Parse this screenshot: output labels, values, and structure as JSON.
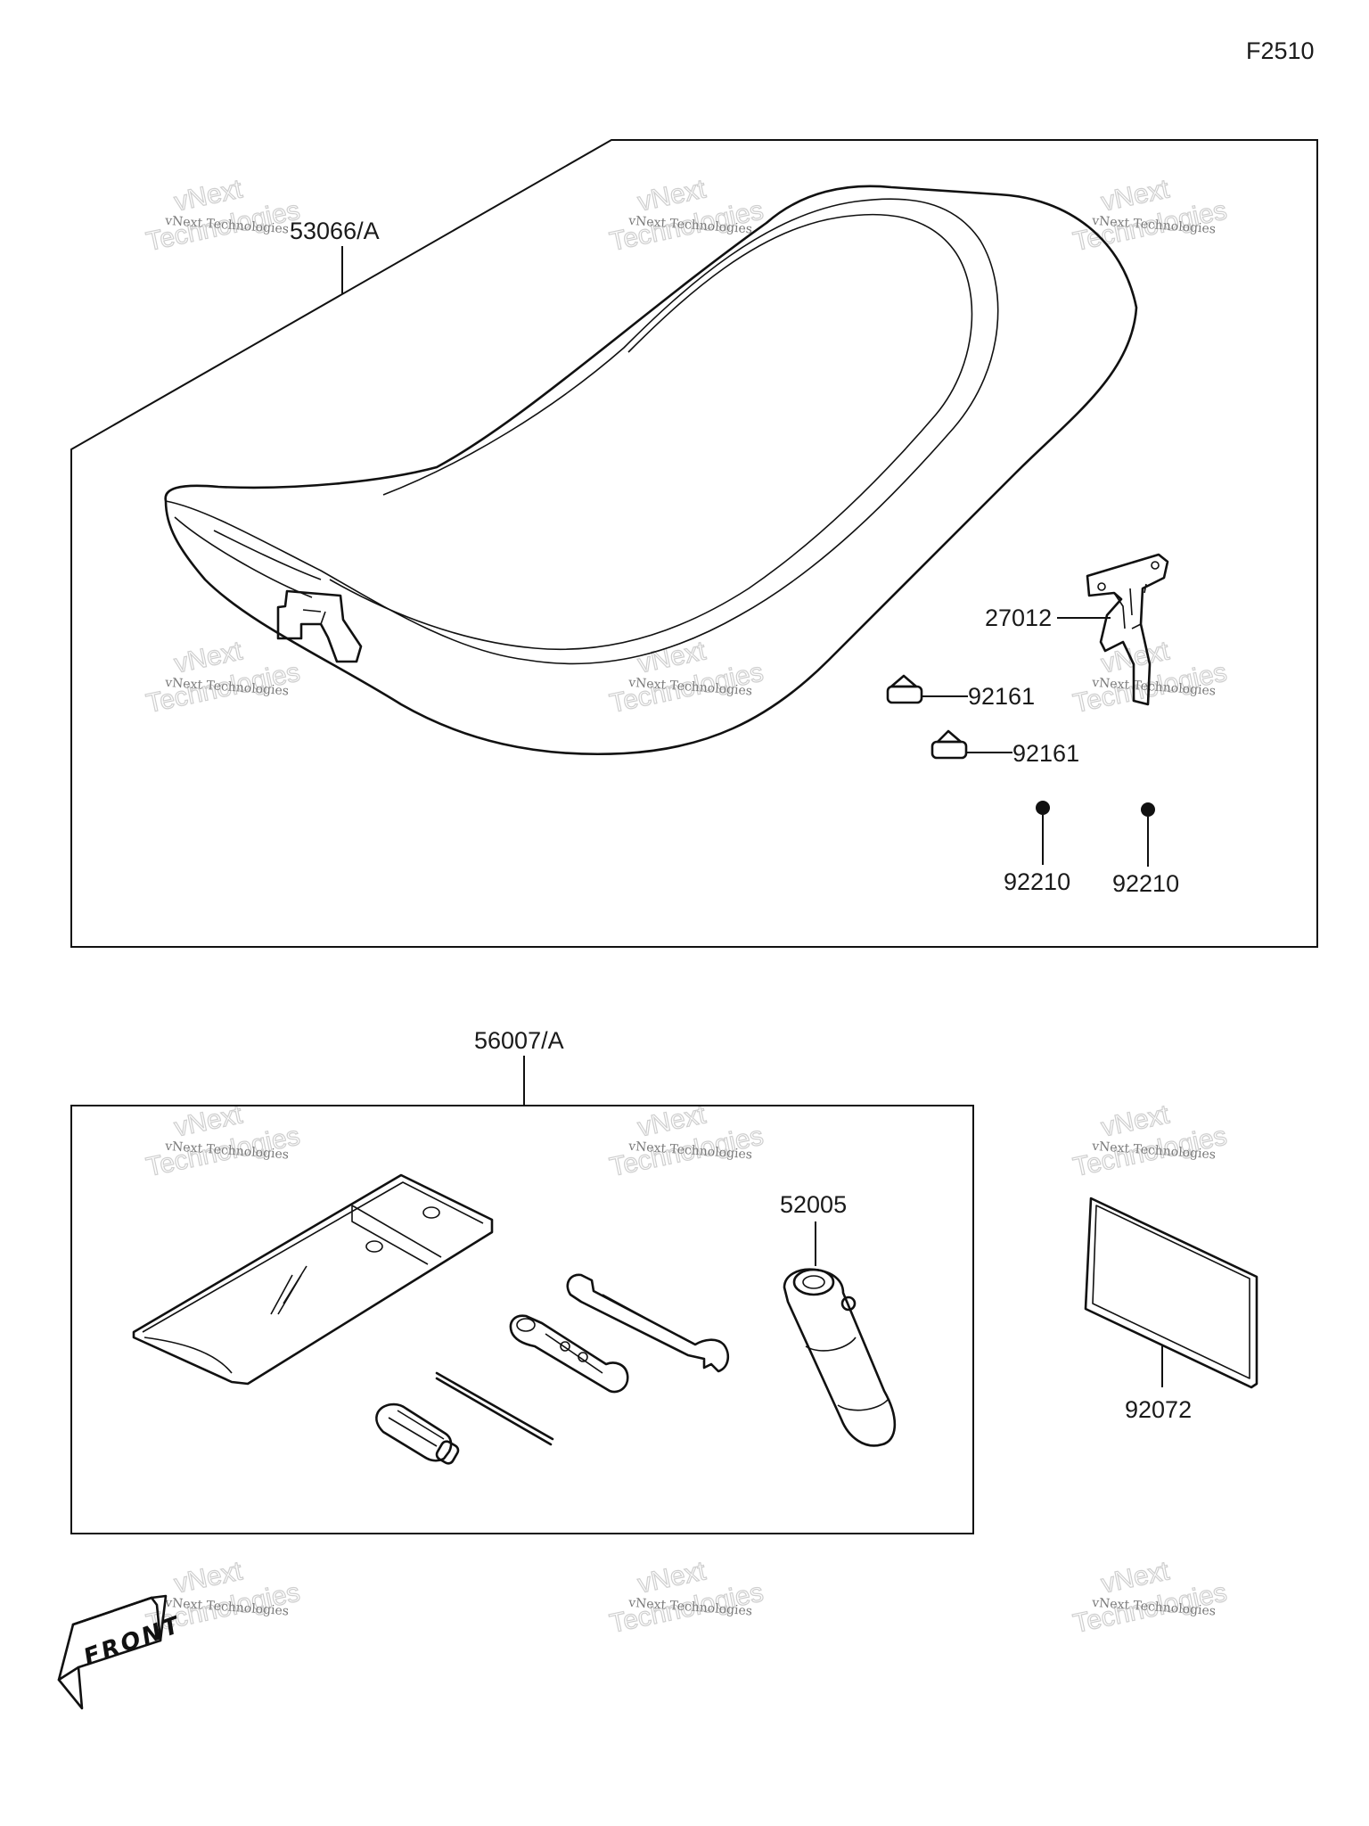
{
  "diagram_code": "F2510",
  "callouts": {
    "seat": "53066/A",
    "bracket": "27012",
    "stopper_1": "92161",
    "stopper_2": "92161",
    "nut_1": "92210",
    "nut_2": "92210",
    "tool_kit": "56007/A",
    "grip": "52005",
    "manual": "92072"
  },
  "watermark": {
    "line1": "vNext Technologies",
    "line2": "vNext",
    "line3": "Technologies"
  },
  "front_badge": "FRONT"
}
